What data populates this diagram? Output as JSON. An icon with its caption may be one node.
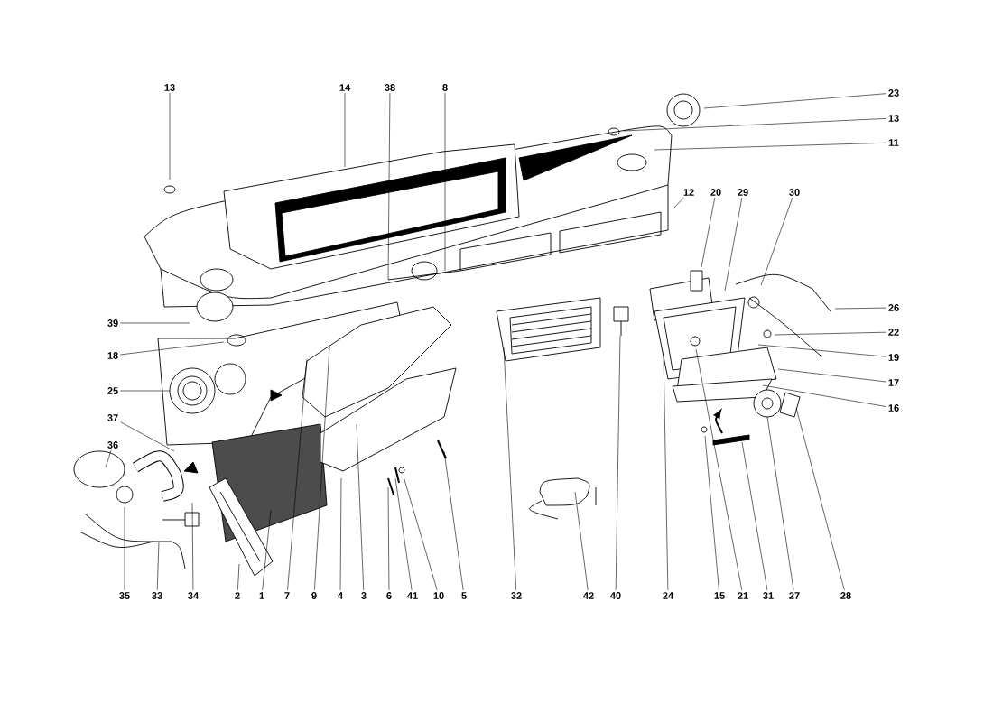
{
  "diagram": {
    "nodes": [
      {
        "text": [
          "13"
        ]
      },
      {
        "text": [
          "14"
        ]
      },
      {
        "text": [
          "38"
        ]
      },
      {
        "text": [
          "8"
        ]
      },
      {
        "text": [
          "23"
        ]
      },
      {
        "text": [
          "13"
        ]
      },
      {
        "text": [
          "11"
        ]
      },
      {
        "text": [
          "12"
        ]
      },
      {
        "text": [
          "20"
        ]
      },
      {
        "text": [
          "29"
        ]
      },
      {
        "text": [
          "30"
        ]
      },
      {
        "text": [
          "39"
        ]
      },
      {
        "text": [
          "18"
        ]
      },
      {
        "text": [
          "25"
        ]
      },
      {
        "text": [
          "37"
        ]
      },
      {
        "text": [
          "36"
        ]
      },
      {
        "text": [
          "26"
        ]
      },
      {
        "text": [
          "22"
        ]
      },
      {
        "text": [
          "19"
        ]
      },
      {
        "text": [
          "17"
        ]
      },
      {
        "text": [
          "16"
        ]
      },
      {
        "text": [
          "35"
        ]
      },
      {
        "text": [
          "33"
        ]
      },
      {
        "text": [
          "34"
        ]
      },
      {
        "text": [
          "2"
        ]
      },
      {
        "text": [
          "1"
        ]
      },
      {
        "text": [
          "7"
        ]
      },
      {
        "text": [
          "9"
        ]
      },
      {
        "text": [
          "4"
        ]
      },
      {
        "text": [
          "3"
        ]
      },
      {
        "text": [
          "6"
        ]
      },
      {
        "text": [
          "41"
        ]
      },
      {
        "text": [
          "10"
        ]
      },
      {
        "text": [
          "5"
        ]
      },
      {
        "text": [
          "32"
        ]
      },
      {
        "text": [
          "42"
        ]
      },
      {
        "text": [
          "40"
        ]
      },
      {
        "text": [
          "24"
        ]
      },
      {
        "text": [
          "15"
        ]
      },
      {
        "text": [
          "21"
        ]
      },
      {
        "text": [
          "31"
        ]
      },
      {
        "text": [
          "27"
        ]
      },
      {
        "text": [
          "28"
        ]
      }
    ],
    "edges": [
      {
        "from": 0,
        "to": null,
        "arrow": "none"
      },
      {
        "from": 1,
        "to": null,
        "arrow": "none"
      },
      {
        "from": 2,
        "to": null,
        "arrow": "none"
      },
      {
        "from": 3,
        "to": null,
        "arrow": "none"
      },
      {
        "from": 4,
        "to": null,
        "arrow": "none"
      },
      {
        "from": 5,
        "to": null,
        "arrow": "none"
      },
      {
        "from": 6,
        "to": null,
        "arrow": "none"
      },
      {
        "from": 7,
        "to": null,
        "arrow": "none"
      },
      {
        "from": 8,
        "to": null,
        "arrow": "none"
      },
      {
        "from": 9,
        "to": null,
        "arrow": "none"
      },
      {
        "from": 10,
        "to": null,
        "arrow": "none"
      },
      {
        "from": 11,
        "to": null,
        "arrow": "none"
      },
      {
        "from": 12,
        "to": null,
        "arrow": "none"
      },
      {
        "from": 13,
        "to": null,
        "arrow": "none"
      },
      {
        "from": 14,
        "to": null,
        "arrow": "none"
      },
      {
        "from": 15,
        "to": null,
        "arrow": "none"
      },
      {
        "from": 16,
        "to": null,
        "arrow": "none"
      },
      {
        "from": 17,
        "to": null,
        "arrow": "none"
      },
      {
        "from": 18,
        "to": null,
        "arrow": "none"
      },
      {
        "from": 19,
        "to": null,
        "arrow": "none"
      },
      {
        "from": 20,
        "to": null,
        "arrow": "none"
      },
      {
        "from": 21,
        "to": null,
        "arrow": "none"
      },
      {
        "from": 22,
        "to": null,
        "arrow": "none"
      },
      {
        "from": 23,
        "to": null,
        "arrow": "none"
      },
      {
        "from": 24,
        "to": null,
        "arrow": "none"
      },
      {
        "from": 25,
        "to": null,
        "arrow": "none"
      },
      {
        "from": 26,
        "to": null,
        "arrow": "none"
      },
      {
        "from": 27,
        "to": null,
        "arrow": "none"
      },
      {
        "from": 28,
        "to": null,
        "arrow": "none"
      },
      {
        "from": 29,
        "to": null,
        "arrow": "none"
      },
      {
        "from": 30,
        "to": null,
        "arrow": "none"
      },
      {
        "from": 31,
        "to": null,
        "arrow": "none"
      },
      {
        "from": 32,
        "to": null,
        "arrow": "none"
      },
      {
        "from": 33,
        "to": null,
        "arrow": "none"
      },
      {
        "from": 34,
        "to": null,
        "arrow": "none"
      },
      {
        "from": 35,
        "to": null,
        "arrow": "none"
      },
      {
        "from": 36,
        "to": null,
        "arrow": "none"
      },
      {
        "from": 37,
        "to": null,
        "arrow": "none"
      },
      {
        "from": 38,
        "to": null,
        "arrow": "none"
      },
      {
        "from": 39,
        "to": null,
        "arrow": "none"
      },
      {
        "from": 40,
        "to": null,
        "arrow": "none"
      },
      {
        "from": 41,
        "to": null,
        "arrow": "none"
      },
      {
        "from": 42,
        "to": null,
        "arrow": "none"
      }
    ]
  }
}
